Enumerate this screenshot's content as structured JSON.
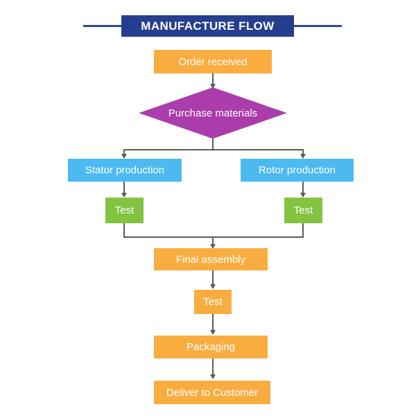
{
  "title": {
    "text": "MANUFACTURE FLOW",
    "banner_color": "#253e8e",
    "rule_color": "#2a4a9b",
    "text_color": "#ffffff"
  },
  "palette": {
    "orange": "#f9ad41",
    "blue": "#4cb9f0",
    "green": "#82c341",
    "magenta": "#ab3cac",
    "connector": "#5a5a5a",
    "background": "#ffffff"
  },
  "chart_data": {
    "type": "flowchart",
    "title": "MANUFACTURE FLOW",
    "orientation": "top-to-bottom",
    "nodes": [
      {
        "id": "order_received",
        "label": "Order received",
        "shape": "rect",
        "color": "#f9ad41"
      },
      {
        "id": "purchase_materials",
        "label": "Purchase materials",
        "shape": "diamond",
        "color": "#ab3cac"
      },
      {
        "id": "stator_production",
        "label": "Stator production",
        "shape": "rect",
        "color": "#4cb9f0"
      },
      {
        "id": "rotor_production",
        "label": "Rotor production",
        "shape": "rect",
        "color": "#4cb9f0"
      },
      {
        "id": "test_stator",
        "label": "Test",
        "shape": "rect",
        "color": "#82c341"
      },
      {
        "id": "test_rotor",
        "label": "Test",
        "shape": "rect",
        "color": "#82c341"
      },
      {
        "id": "final_assembly",
        "label": "Final assembly",
        "shape": "rect",
        "color": "#f9ad41"
      },
      {
        "id": "test_final",
        "label": "Test",
        "shape": "rect",
        "color": "#f9ad41"
      },
      {
        "id": "packaging",
        "label": "Packaging",
        "shape": "rect",
        "color": "#f9ad41"
      },
      {
        "id": "deliver",
        "label": "Deliver to Customer",
        "shape": "rect",
        "color": "#f9ad41"
      }
    ],
    "edges": [
      {
        "from": "order_received",
        "to": "purchase_materials"
      },
      {
        "from": "purchase_materials",
        "to": "stator_production"
      },
      {
        "from": "purchase_materials",
        "to": "rotor_production"
      },
      {
        "from": "stator_production",
        "to": "test_stator"
      },
      {
        "from": "rotor_production",
        "to": "test_rotor"
      },
      {
        "from": "test_stator",
        "to": "final_assembly"
      },
      {
        "from": "test_rotor",
        "to": "final_assembly"
      },
      {
        "from": "final_assembly",
        "to": "test_final"
      },
      {
        "from": "test_final",
        "to": "packaging"
      },
      {
        "from": "packaging",
        "to": "deliver"
      }
    ]
  },
  "nodes": {
    "order_received": {
      "label": "Order received"
    },
    "purchase_materials": {
      "label": "Purchase materials"
    },
    "stator_production": {
      "label": "Stator production"
    },
    "rotor_production": {
      "label": "Rotor production"
    },
    "test_stator": {
      "label": "Test"
    },
    "test_rotor": {
      "label": "Test"
    },
    "final_assembly": {
      "label": "Final assembly"
    },
    "test_final": {
      "label": "Test"
    },
    "packaging": {
      "label": "Packaging"
    },
    "deliver": {
      "label": "Deliver to Customer"
    }
  }
}
